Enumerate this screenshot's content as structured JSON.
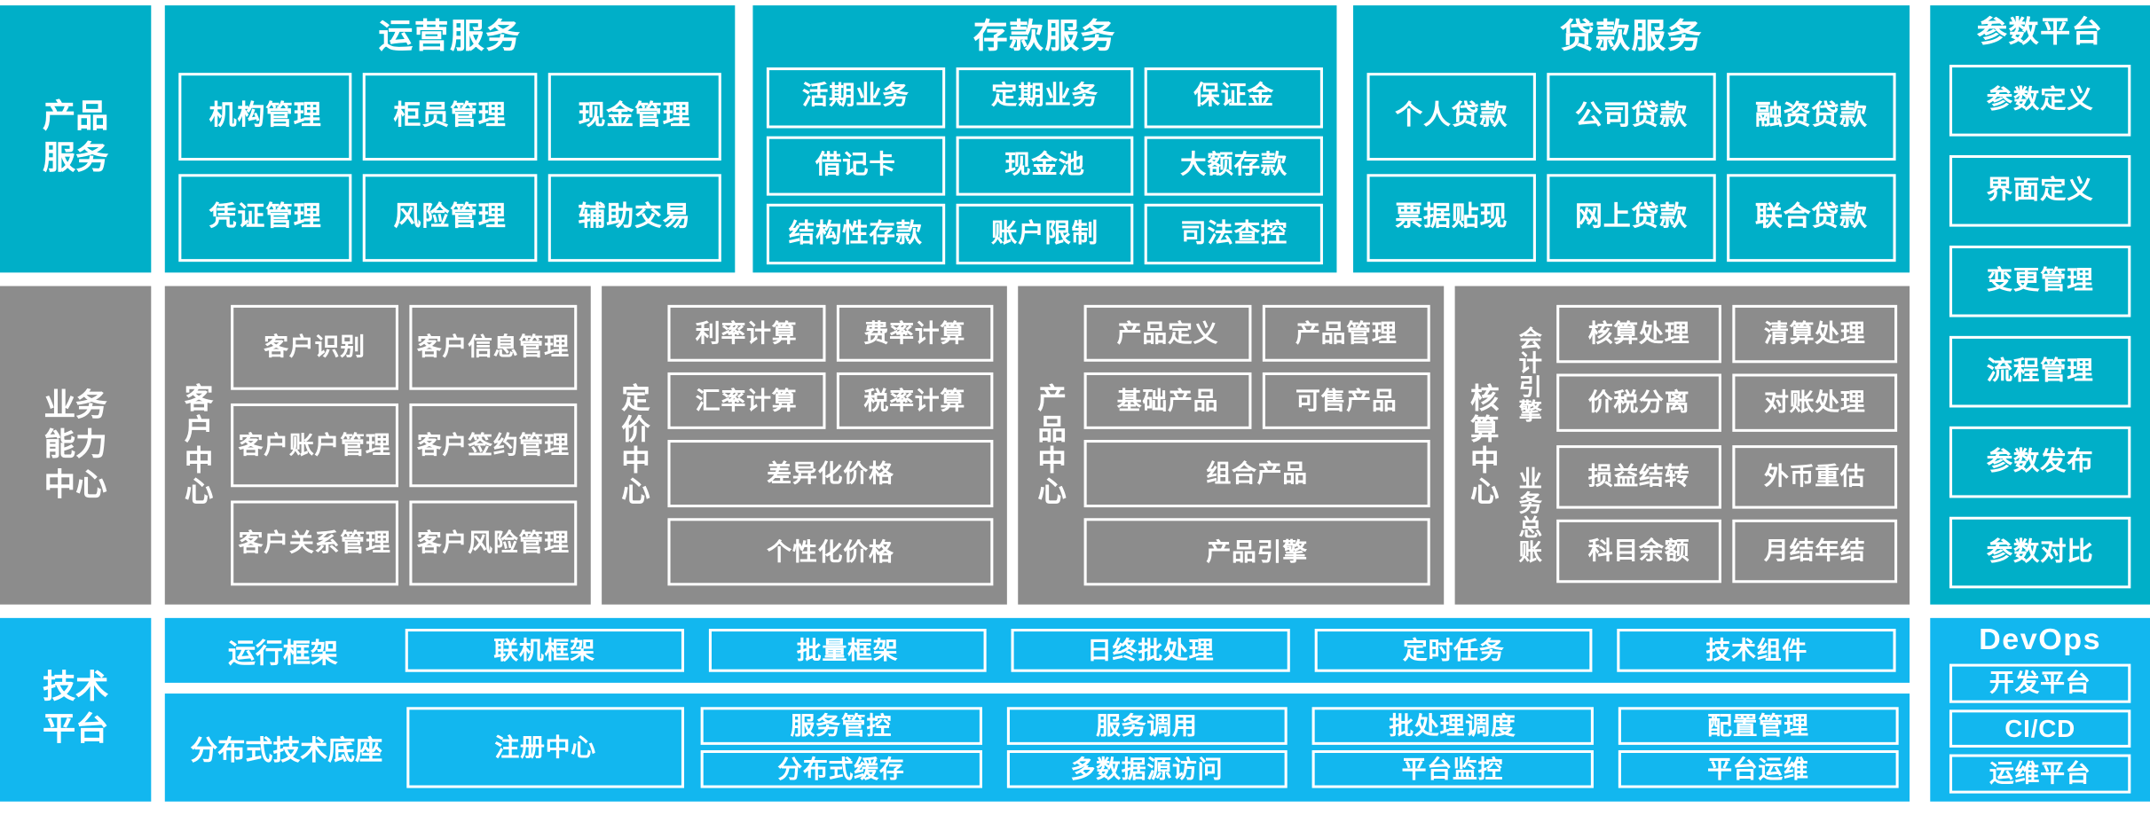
{
  "rows": {
    "product_services": {
      "label": "产品\n服务"
    },
    "business_capability": {
      "label": "业务\n能力\n中心"
    },
    "tech_platform": {
      "label": "技术\n平台"
    }
  },
  "product_services": {
    "panels": [
      {
        "title": "运营服务",
        "tiles": [
          "机构管理",
          "柜员管理",
          "现金管理",
          "凭证管理",
          "风险管理",
          "辅助交易"
        ]
      },
      {
        "title": "存款服务",
        "tiles": [
          "活期业务",
          "定期业务",
          "保证金",
          "借记卡",
          "现金池",
          "大额存款",
          "结构性存款",
          "账户限制",
          "司法查控"
        ]
      },
      {
        "title": "贷款服务",
        "tiles": [
          "个人贷款",
          "公司贷款",
          "融资贷款",
          "票据贴现",
          "网上贷款",
          "联合贷款"
        ]
      }
    ]
  },
  "parameter_platform": {
    "title": "参数平台",
    "tiles": [
      "参数定义",
      "界面定义",
      "变更管理",
      "流程管理",
      "参数发布",
      "参数对比"
    ]
  },
  "devops": {
    "title": "DevOps",
    "tiles": [
      "开发平台",
      "CI/CD",
      "运维平台"
    ]
  },
  "business_capability": {
    "centers": [
      {
        "name": "客户中心",
        "tiles": [
          "客户识别",
          "客户信息管理",
          "客户账户管理",
          "客户签约管理",
          "客户关系管理",
          "客户风险管理"
        ]
      },
      {
        "name": "定价中心",
        "tiles": [
          "利率计算",
          "费率计算",
          "汇率计算",
          "税率计算"
        ],
        "wide_tiles": [
          "差异化价格",
          "个性化价格"
        ]
      },
      {
        "name": "产品中心",
        "tiles": [
          "产品定义",
          "产品管理",
          "基础产品",
          "可售产品"
        ],
        "wide_tiles": [
          "组合产品",
          "产品引擎"
        ]
      },
      {
        "name": "核算中心",
        "subgroups": [
          {
            "label": "会计引擎",
            "tiles": [
              "核算处理",
              "清算处理",
              "价税分离",
              "对账处理"
            ]
          },
          {
            "label": "业务总账",
            "tiles": [
              "损益结转",
              "外币重估",
              "科目余额",
              "月结年结"
            ]
          }
        ]
      }
    ]
  },
  "tech_platform": {
    "runtime": {
      "label": "运行框架",
      "tiles": [
        "联机框架",
        "批量框架",
        "日终批处理",
        "定时任务",
        "技术组件"
      ]
    },
    "distributed": {
      "label": "分布式技术底座",
      "registry": "注册中心",
      "tiles_row1": [
        "服务管控",
        "服务调用",
        "批处理调度",
        "配置管理"
      ],
      "tiles_row2": [
        "分布式缓存",
        "多数据源访问",
        "平台监控",
        "平台运维"
      ]
    }
  },
  "colors": {
    "cyan": "#00AFC8",
    "cyan_bright": "#12B7EF",
    "gray": "#8C8C8C",
    "white": "#FFFFFF",
    "background": "#FFFFFF"
  }
}
